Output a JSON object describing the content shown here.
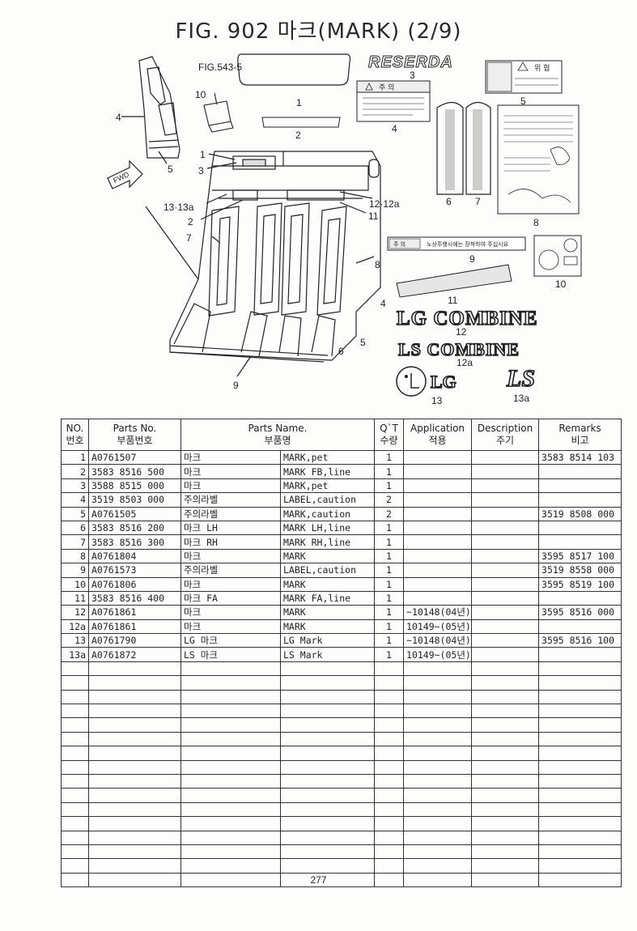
{
  "title": "FIG. 902 마크(MARK)  (2/9)",
  "page_number": "277",
  "callouts": {
    "fig_ref": "FIG.543-5",
    "fwd": "FWD",
    "n1": "1",
    "n2": "2",
    "n3": "3",
    "n4": "4",
    "n5": "5",
    "n6": "6",
    "n7": "7",
    "n8": "8",
    "n9": "9",
    "n10": "10",
    "n11": "11",
    "n12": "12",
    "n12a": "12a",
    "n13": "13",
    "n13a": "13a",
    "n1213a": "12·12a",
    "n1313a": "13·13a"
  },
  "decals": {
    "reserda": "RESERDA",
    "lg_combine": "LG COMBINE",
    "ls_combine": "LS COMBINE",
    "lg": "LG",
    "ls": "LS",
    "caution_head": "주 의",
    "warning_head": "위 험",
    "label9_head": "주 의",
    "label9_text": "노상주행시에는 장착하여 주십시요"
  },
  "table": {
    "headers": {
      "no": [
        "NO.",
        "번호"
      ],
      "parts_no": [
        "Parts No.",
        "부품번호"
      ],
      "parts_name": [
        "Parts Name.",
        "부품명"
      ],
      "qty": [
        "Q`T",
        "수량"
      ],
      "application": [
        "Application",
        "적용"
      ],
      "description": [
        "Description",
        "주기"
      ],
      "remarks": [
        "Remarks",
        "비고"
      ]
    },
    "rows": [
      {
        "no": "1",
        "part": "A0761507",
        "kr": "마크",
        "en": "MARK,pet",
        "qty": "1",
        "app": "",
        "desc": "",
        "rem": "3583 8514 103"
      },
      {
        "no": "2",
        "part": "3583 8516 500",
        "kr": "마크",
        "en": "MARK FB,line",
        "qty": "1",
        "app": "",
        "desc": "",
        "rem": ""
      },
      {
        "no": "3",
        "part": "3588 8515 000",
        "kr": "마크",
        "en": "MARK,pet",
        "qty": "1",
        "app": "",
        "desc": "",
        "rem": ""
      },
      {
        "no": "4",
        "part": "3519 8503 000",
        "kr": "주의라벨",
        "en": "LABEL,caution",
        "qty": "2",
        "app": "",
        "desc": "",
        "rem": ""
      },
      {
        "no": "5",
        "part": "A0761505",
        "kr": "주의라벨",
        "en": "MARK,caution",
        "qty": "2",
        "app": "",
        "desc": "",
        "rem": "3519 8508 000"
      },
      {
        "no": "6",
        "part": "3583 8516 200",
        "kr": "마크 LH",
        "en": "MARK LH,line",
        "qty": "1",
        "app": "",
        "desc": "",
        "rem": ""
      },
      {
        "no": "7",
        "part": "3583 8516 300",
        "kr": "마크 RH",
        "en": "MARK RH,line",
        "qty": "1",
        "app": "",
        "desc": "",
        "rem": ""
      },
      {
        "no": "8",
        "part": "A0761804",
        "kr": "마크",
        "en": "MARK",
        "qty": "1",
        "app": "",
        "desc": "",
        "rem": "3595 8517 100"
      },
      {
        "no": "9",
        "part": "A0761573",
        "kr": "주의라벨",
        "en": "LABEL,caution",
        "qty": "1",
        "app": "",
        "desc": "",
        "rem": "3519 8558 000"
      },
      {
        "no": "10",
        "part": "A0761806",
        "kr": "마크",
        "en": "MARK",
        "qty": "1",
        "app": "",
        "desc": "",
        "rem": "3595 8519 100"
      },
      {
        "no": "11",
        "part": "3583 8516 400",
        "kr": "마크 FA",
        "en": "MARK FA,line",
        "qty": "1",
        "app": "",
        "desc": "",
        "rem": ""
      },
      {
        "no": "12",
        "part": "A0761861",
        "kr": "마크",
        "en": "MARK",
        "qty": "1",
        "app": "~10148(04년)",
        "desc": "",
        "rem": "3595 8516 000"
      },
      {
        "no": "12a",
        "part": "A0761861",
        "kr": "마크",
        "en": "MARK",
        "qty": "1",
        "app": "10149~(05년)",
        "desc": "",
        "rem": ""
      },
      {
        "no": "13",
        "part": "A0761790",
        "kr": "LG 마크",
        "en": "LG Mark",
        "qty": "1",
        "app": "~10148(04년)",
        "desc": "",
        "rem": "3595 8516 100"
      },
      {
        "no": "13a",
        "part": "A0761872",
        "kr": "LS 마크",
        "en": "LS Mark",
        "qty": "1",
        "app": "10149~(05년)",
        "desc": "",
        "rem": ""
      }
    ]
  }
}
